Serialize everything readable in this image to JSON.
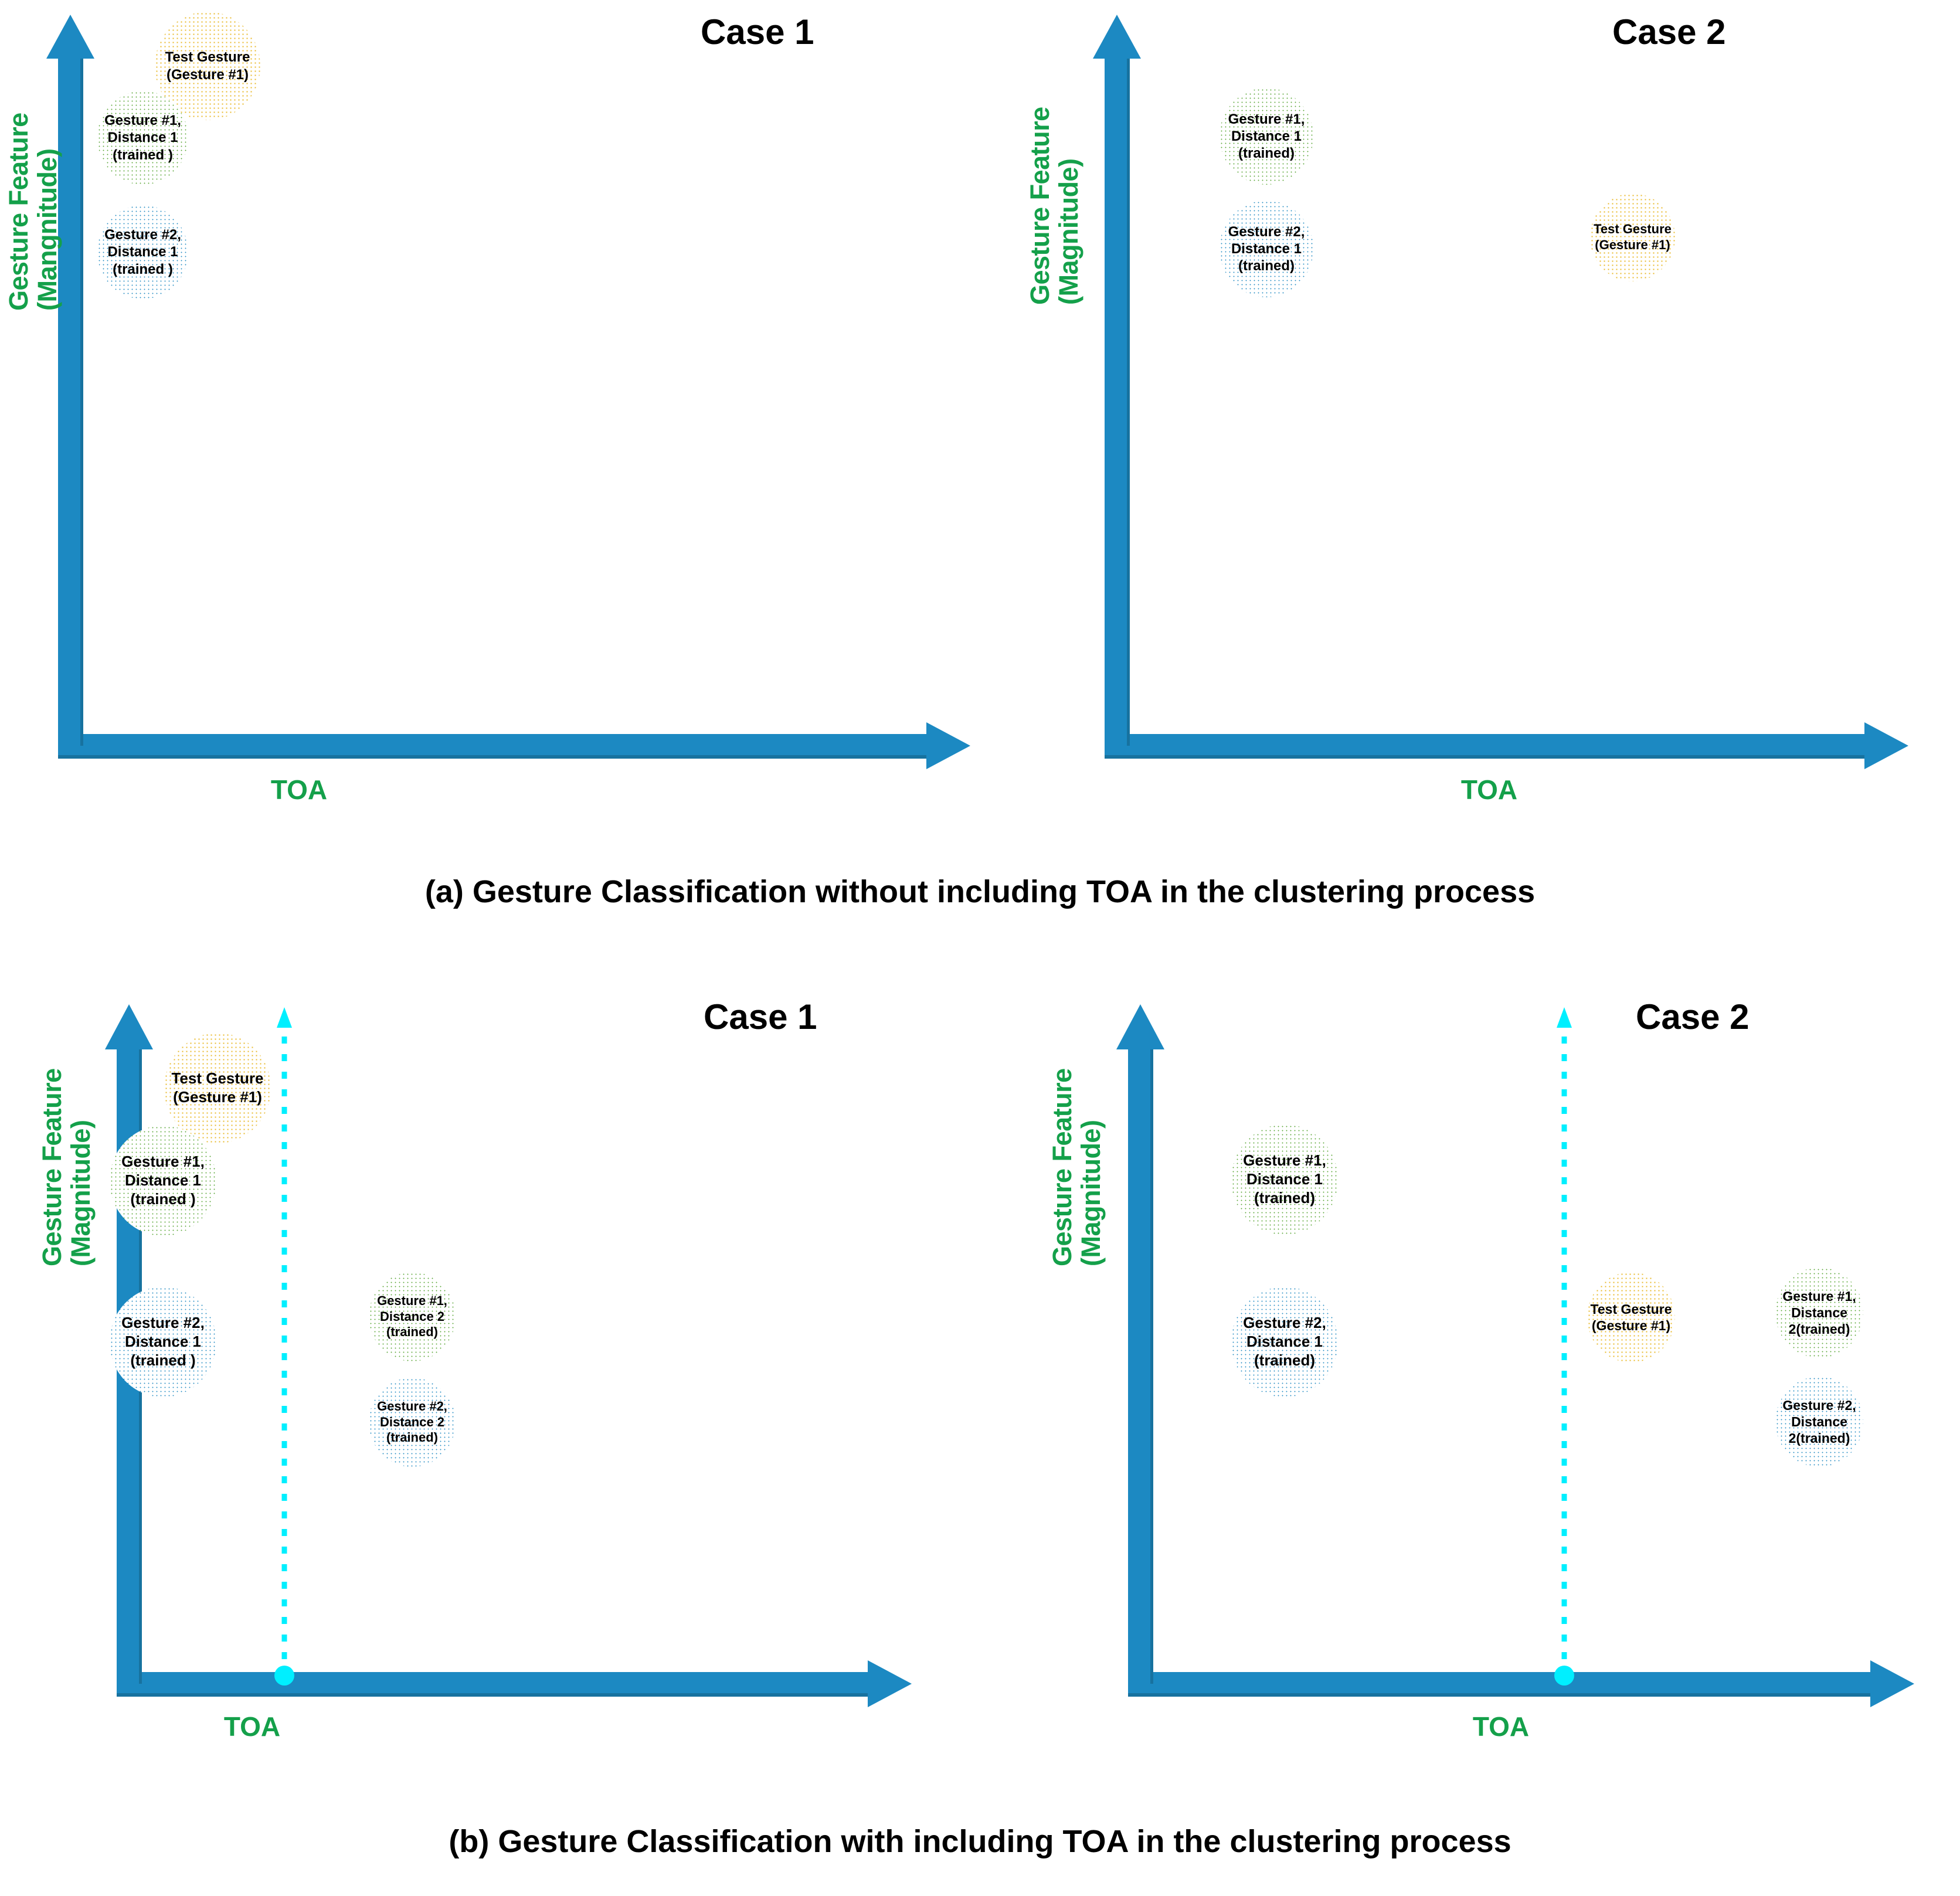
{
  "figure": {
    "colors": {
      "axis_blue": "#1C89C2",
      "axis_blue_dark": "#17729F",
      "label_green": "#14A04A",
      "toa_marker_cyan": "#00EFFF",
      "gold_bubble": "#E8B827",
      "green_bubble": "#5FA83C",
      "blue_bubble": "#2E91C6",
      "text_black": "#000000",
      "background": "#FFFFFF"
    },
    "captions": [
      "(a) Gesture Classification without including TOA in the clustering process",
      "(b) Gesture Classification with including TOA in the clustering process"
    ]
  },
  "panels": [
    {
      "id": "a-case-1",
      "case_title": "Case 1",
      "y_axis_label_line1": "Gesture Feature",
      "y_axis_label_line2": "(Mangnitude)",
      "x_axis_label": "TOA",
      "has_toa_marker": false,
      "bubbles": [
        {
          "id": "test-gesture",
          "style": "gold",
          "lines": [
            "Test Gesture",
            "(Gesture #1)"
          ]
        },
        {
          "id": "gesture1-distance1",
          "style": "green",
          "lines": [
            "Gesture #1,",
            "Distance 1",
            "(trained )"
          ]
        },
        {
          "id": "gesture2-distance1",
          "style": "blue",
          "lines": [
            "Gesture #2,",
            "Distance 1",
            "(trained )"
          ]
        }
      ]
    },
    {
      "id": "a-case-2",
      "case_title": "Case 2",
      "y_axis_label_line1": "Gesture Feature",
      "y_axis_label_line2": "(Magnitude)",
      "x_axis_label": "TOA",
      "has_toa_marker": false,
      "bubbles": [
        {
          "id": "gesture1-distance1",
          "style": "green",
          "lines": [
            "Gesture #1,",
            "Distance 1",
            "(trained)"
          ]
        },
        {
          "id": "gesture2-distance1",
          "style": "blue",
          "lines": [
            "Gesture #2,",
            "Distance 1",
            "(trained)"
          ]
        },
        {
          "id": "test-gesture",
          "style": "gold",
          "lines": [
            "Test Gesture",
            "(Gesture #1)"
          ]
        }
      ]
    },
    {
      "id": "b-case-1",
      "case_title": "Case 1",
      "y_axis_label_line1": "Gesture Feature",
      "y_axis_label_line2": "(Magnitude)",
      "x_axis_label": "TOA",
      "has_toa_marker": true,
      "bubbles": [
        {
          "id": "test-gesture",
          "style": "gold",
          "lines": [
            "Test Gesture",
            "(Gesture #1)"
          ]
        },
        {
          "id": "gesture1-distance1",
          "style": "green",
          "lines": [
            "Gesture #1,",
            "Distance 1",
            "(trained )"
          ]
        },
        {
          "id": "gesture2-distance1",
          "style": "blue",
          "lines": [
            "Gesture #2,",
            "Distance 1",
            "(trained )"
          ]
        },
        {
          "id": "gesture1-distance2",
          "style": "green",
          "lines": [
            "Gesture #1,",
            "Distance 2",
            "(trained)"
          ]
        },
        {
          "id": "gesture2-distance2",
          "style": "blue",
          "lines": [
            "Gesture #2,",
            "Distance 2",
            "(trained)"
          ]
        }
      ]
    },
    {
      "id": "b-case-2",
      "case_title": "Case 2",
      "y_axis_label_line1": "Gesture Feature",
      "y_axis_label_line2": "(Magnitude)",
      "x_axis_label": "TOA",
      "has_toa_marker": true,
      "bubbles": [
        {
          "id": "gesture1-distance1",
          "style": "green",
          "lines": [
            "Gesture #1,",
            "Distance 1",
            "(trained)"
          ]
        },
        {
          "id": "gesture2-distance1",
          "style": "blue",
          "lines": [
            "Gesture #2,",
            "Distance 1",
            "(trained)"
          ]
        },
        {
          "id": "test-gesture",
          "style": "gold",
          "lines": [
            "Test Gesture",
            "(Gesture #1)"
          ]
        },
        {
          "id": "gesture1-distance2",
          "style": "green",
          "lines": [
            "Gesture #1,",
            "Distance",
            "2(trained)"
          ]
        },
        {
          "id": "gesture2-distance2",
          "style": "blue",
          "lines": [
            "Gesture #2,",
            "Distance",
            "2(trained)"
          ]
        }
      ]
    }
  ]
}
